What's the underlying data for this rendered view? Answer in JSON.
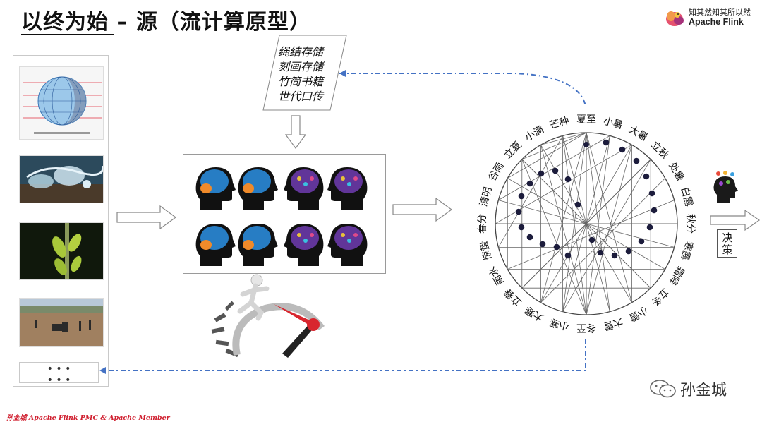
{
  "header": {
    "title": "以终为始 – 源（流计算原型）"
  },
  "logo": {
    "slogan": "知其然知其所以然",
    "brand": "Apache Flink"
  },
  "left_panel": {
    "more": "• • •\n• • •"
  },
  "storage_note": {
    "lines": [
      "绳结存储",
      "刻画存储",
      "竹简书籍",
      "世代口传"
    ]
  },
  "solar_terms": [
    "夏至",
    "小暑",
    "大暑",
    "立秋",
    "处暑",
    "白露",
    "秋分",
    "寒露",
    "霜降",
    "立冬",
    "小雪",
    "大雪",
    "冬至",
    "小寒",
    "大寒",
    "立春",
    "雨水",
    "惊蛰",
    "春分",
    "清明",
    "谷雨",
    "立夏",
    "小满",
    "芒种"
  ],
  "decision_label": "决策",
  "watermark": {
    "text": "孙金城"
  },
  "footer": {
    "text": "孙金城 Apache Flink PMC & Apache Member"
  },
  "colors": {
    "dash_blue": "#4472c4",
    "footer_red": "#d02030",
    "dot": "#1c1c3c"
  }
}
